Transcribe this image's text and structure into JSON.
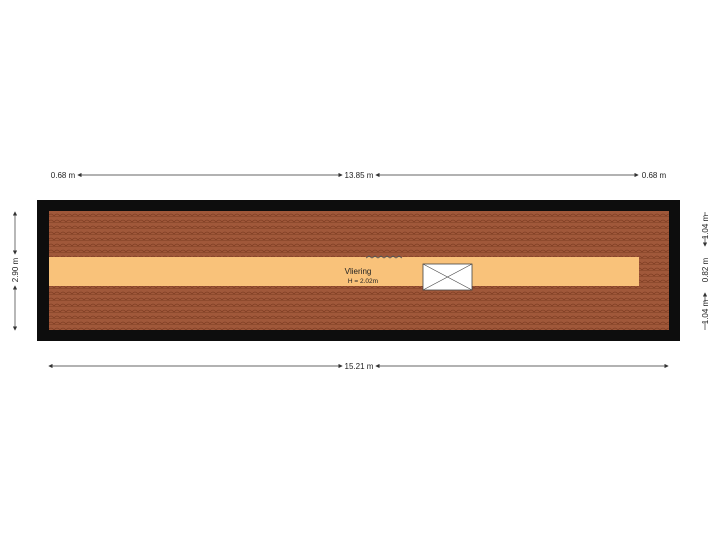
{
  "colors": {
    "wall": "#0d0d0d",
    "roof_tile": "#a0583a",
    "roof_tile_line": "#7d3d22",
    "room_fill": "#f9c27a",
    "dimension_line": "#333333"
  },
  "dimensions": {
    "top_left": "0.68 m",
    "top_middle": "13.85 m",
    "top_right": "0.68 m",
    "bottom_total": "15.21 m",
    "left_height": "2.90 m",
    "right_top": "1.04 m",
    "right_middle": "0.82 m",
    "right_bottom": "1.04 m"
  },
  "room": {
    "name": "Vliering",
    "height": "H = 2.02m"
  },
  "icons": {
    "stairs": "stairs-zigzag-icon",
    "hatch": "roof-window-icon"
  }
}
